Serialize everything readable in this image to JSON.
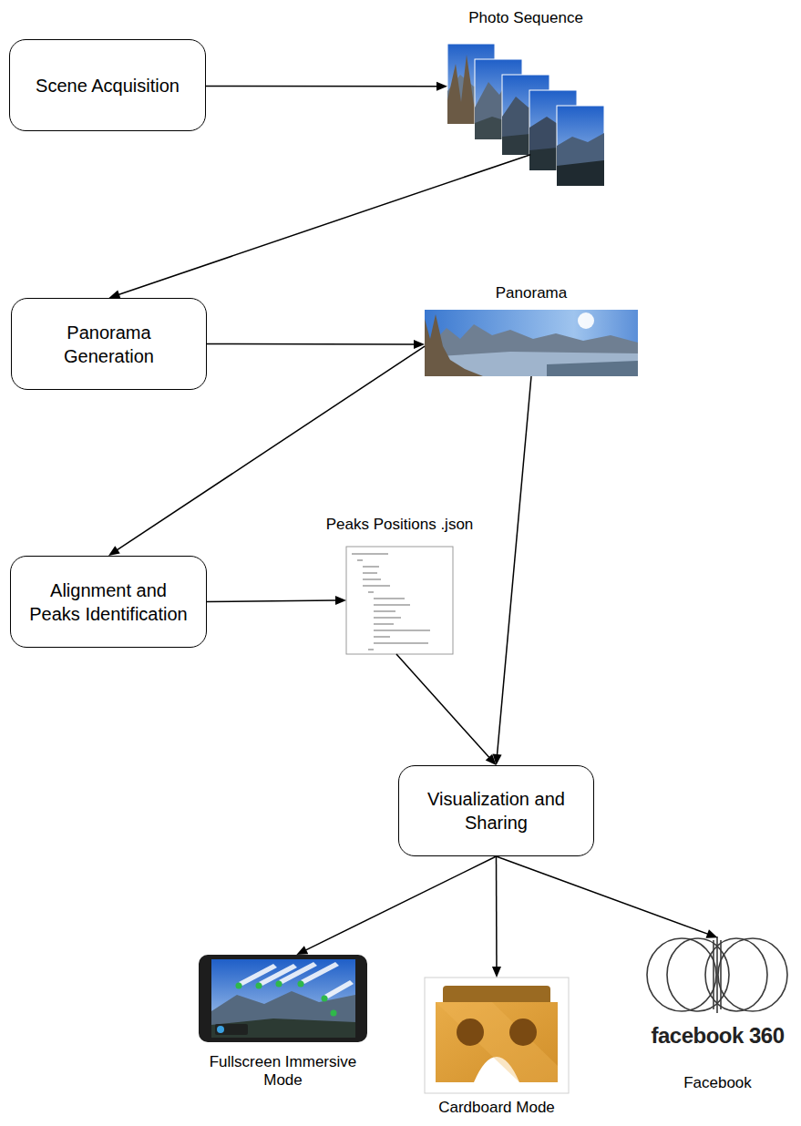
{
  "diagram": {
    "nodes": [
      {
        "text": [
          "Scene Acquisition"
        ]
      },
      {
        "text": [
          "Photo Sequence"
        ]
      },
      {
        "text": [
          "Panorama Generation"
        ]
      },
      {
        "text": [
          "Panorama"
        ]
      },
      {
        "text": [
          "Alignment and Peaks Identification"
        ]
      },
      {
        "text": [
          "Peaks Positions .json"
        ]
      },
      {
        "text": [
          "Visualization and Sharing"
        ]
      },
      {
        "text": [
          "Fullscreen Immersive Mode"
        ]
      },
      {
        "text": [
          "Cardboard Mode"
        ]
      },
      {
        "text": [
          "facebook 360",
          "Facebook"
        ]
      }
    ],
    "edges": [
      {
        "from": 0,
        "to": 1,
        "arrow": "to"
      },
      {
        "from": 1,
        "to": 2,
        "arrow": "to"
      },
      {
        "from": 2,
        "to": 3,
        "arrow": "to"
      },
      {
        "from": 3,
        "to": 4,
        "arrow": "to"
      },
      {
        "from": 4,
        "to": 5,
        "arrow": "to"
      },
      {
        "from": 5,
        "to": 6,
        "arrow": "to"
      },
      {
        "from": 3,
        "to": 6,
        "arrow": "to"
      },
      {
        "from": 6,
        "to": 7,
        "arrow": "to"
      },
      {
        "from": 6,
        "to": 8,
        "arrow": "to"
      },
      {
        "from": 6,
        "to": 9,
        "arrow": "to"
      }
    ]
  }
}
